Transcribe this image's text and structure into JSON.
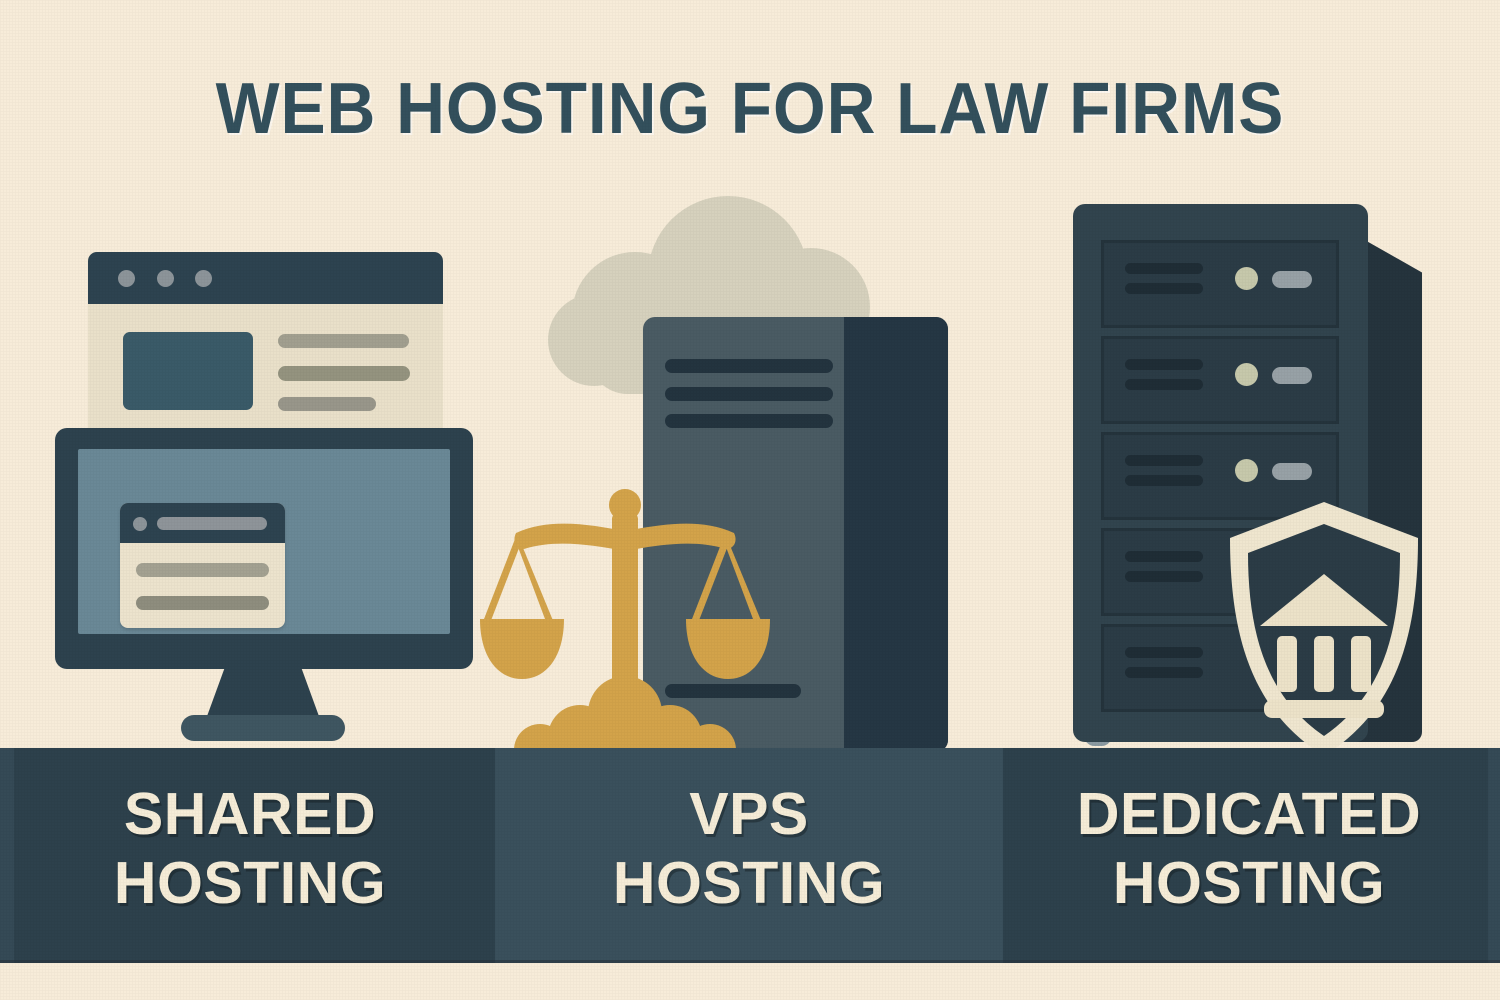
{
  "poster": {
    "title": "WEB HOSTING FOR LAW FIRMS",
    "background_color": "#f7ecd9",
    "accent_gold": "#d3a34a",
    "dark_slate": "#2d414c",
    "cream_text": "#f5ecd7"
  },
  "panels": [
    {
      "id": "shared",
      "label_line1": "SHARED",
      "label_line2": "HOSTING",
      "band_color": "#2d414c",
      "icons": [
        "browser-window-icon",
        "desktop-monitor-icon"
      ]
    },
    {
      "id": "vps",
      "label_line1": "VPS",
      "label_line2": "HOSTING",
      "band_color": "#3a505c",
      "icons": [
        "cloud-icon",
        "server-tower-icon",
        "scales-of-justice-icon"
      ]
    },
    {
      "id": "dedicated",
      "label_line1": "DEDICATED",
      "label_line2": "HOSTING",
      "band_color": "#2d414c",
      "icons": [
        "server-rack-icon",
        "shield-courthouse-icon"
      ]
    }
  ]
}
